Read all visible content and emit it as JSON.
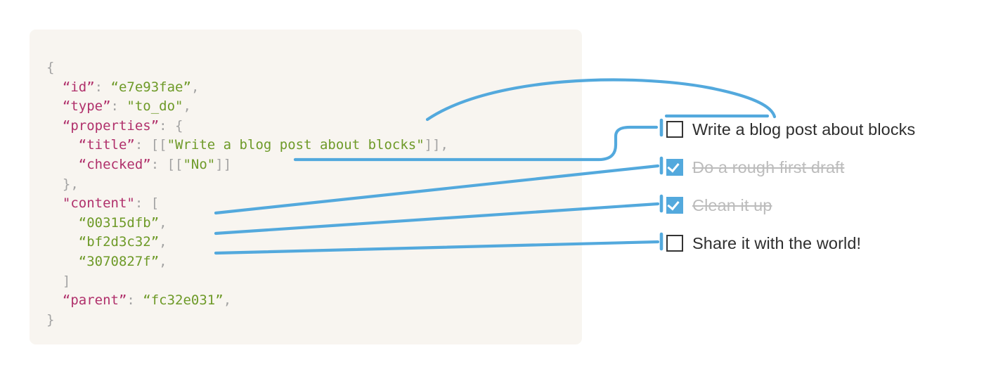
{
  "figure": {
    "accent_color": "#53a9dd",
    "panel_background": "#f8f5f0",
    "key_color": "#b0306b",
    "string_color": "#6e9a28",
    "punct_color": "#a3a3a3"
  },
  "code": {
    "language": "json",
    "lines": [
      {
        "indent": 0,
        "parts": [
          {
            "t": "punct",
            "s": "{"
          }
        ]
      },
      {
        "indent": 1,
        "parts": [
          {
            "t": "key",
            "s": "“id”"
          },
          {
            "t": "punct",
            "s": ": "
          },
          {
            "t": "str",
            "s": "“e7e93fae”"
          },
          {
            "t": "punct",
            "s": ","
          }
        ]
      },
      {
        "indent": 1,
        "parts": [
          {
            "t": "key",
            "s": "“type”"
          },
          {
            "t": "punct",
            "s": ": "
          },
          {
            "t": "str",
            "s": "\"to_do\""
          },
          {
            "t": "punct",
            "s": ","
          }
        ]
      },
      {
        "indent": 1,
        "parts": [
          {
            "t": "key",
            "s": "“properties”"
          },
          {
            "t": "punct",
            "s": ": {"
          }
        ]
      },
      {
        "indent": 2,
        "parts": [
          {
            "t": "key",
            "s": "“title”"
          },
          {
            "t": "punct",
            "s": ": [["
          },
          {
            "t": "str",
            "s": "\"Write a blog post about blocks\""
          },
          {
            "t": "punct",
            "s": "]],"
          }
        ]
      },
      {
        "indent": 2,
        "parts": [
          {
            "t": "key",
            "s": "“checked”"
          },
          {
            "t": "punct",
            "s": ": [["
          },
          {
            "t": "str",
            "s": "\"No\""
          },
          {
            "t": "punct",
            "s": "]]"
          }
        ]
      },
      {
        "indent": 1,
        "parts": [
          {
            "t": "punct",
            "s": "},"
          }
        ]
      },
      {
        "indent": 1,
        "parts": [
          {
            "t": "key",
            "s": "\"content\""
          },
          {
            "t": "punct",
            "s": ": ["
          }
        ]
      },
      {
        "indent": 2,
        "parts": [
          {
            "t": "str",
            "s": "“00315dfb”"
          },
          {
            "t": "punct",
            "s": ","
          }
        ]
      },
      {
        "indent": 2,
        "parts": [
          {
            "t": "str",
            "s": "“bf2d3c32”"
          },
          {
            "t": "punct",
            "s": ","
          }
        ]
      },
      {
        "indent": 2,
        "parts": [
          {
            "t": "str",
            "s": "“3070827f”"
          },
          {
            "t": "punct",
            "s": ","
          }
        ]
      },
      {
        "indent": 1,
        "parts": [
          {
            "t": "punct",
            "s": "]"
          }
        ]
      },
      {
        "indent": 1,
        "parts": [
          {
            "t": "key",
            "s": "“parent”"
          },
          {
            "t": "punct",
            "s": ": "
          },
          {
            "t": "str",
            "s": "“fc32e031”"
          },
          {
            "t": "punct",
            "s": ","
          }
        ]
      },
      {
        "indent": 0,
        "parts": [
          {
            "t": "punct",
            "s": "}"
          }
        ]
      }
    ]
  },
  "todo_list": {
    "items": [
      {
        "label": "Write a blog post about blocks",
        "checked": false,
        "icon": "checkbox-empty-icon"
      },
      {
        "label": "Do a rough first draft",
        "checked": true,
        "icon": "checkbox-checked-icon"
      },
      {
        "label": "Clean it up",
        "checked": true,
        "icon": "checkbox-checked-icon"
      },
      {
        "label": "Share it with the world!",
        "checked": false,
        "icon": "checkbox-empty-icon"
      }
    ]
  },
  "connectors": [
    {
      "name": "title-to-label-underline",
      "from": "properties.title",
      "to": "todo-item-0-label"
    },
    {
      "name": "checked-to-checkbox",
      "from": "properties.checked",
      "to": "todo-item-0-checkbox"
    },
    {
      "name": "content-0-to-item-1",
      "from": "content[0] 00315dfb",
      "to": "todo-item-1"
    },
    {
      "name": "content-1-to-item-2",
      "from": "content[1] bf2d3c32",
      "to": "todo-item-2"
    },
    {
      "name": "content-2-to-item-3",
      "from": "content[2] 3070827f",
      "to": "todo-item-3"
    }
  ]
}
